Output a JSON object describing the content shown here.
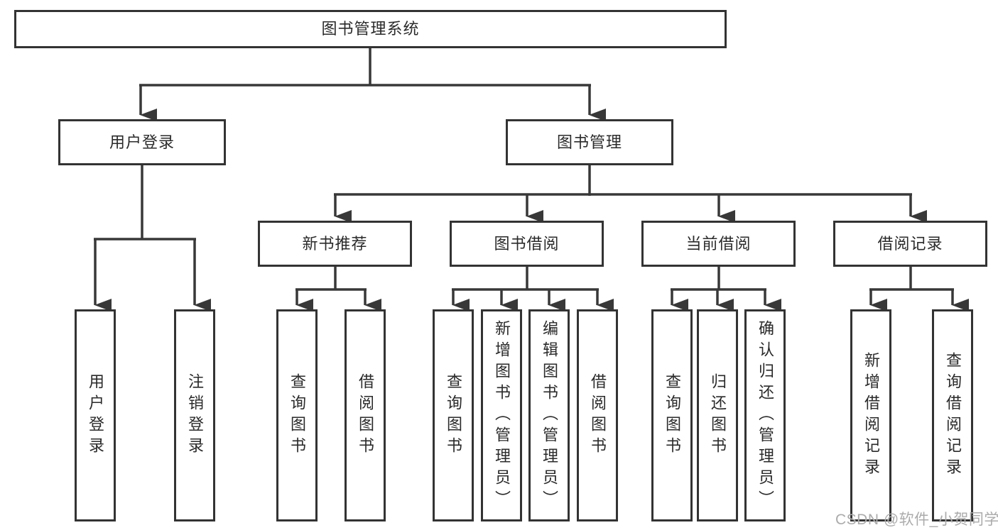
{
  "colors": {
    "line": "#383838",
    "box_border": "#333333",
    "text": "#2a2a2a",
    "watermark": "#ababab",
    "background": "#ffffff"
  },
  "tree": {
    "root": {
      "label": "图书管理系统"
    },
    "branches": [
      {
        "node": {
          "label": "用户登录"
        },
        "children": [
          {
            "label": "用户登录"
          },
          {
            "label": "注销登录"
          }
        ]
      },
      {
        "node": {
          "label": "图书管理"
        },
        "sections": [
          {
            "node": {
              "label": "新书推荐"
            },
            "children": [
              {
                "label": "查询图书"
              },
              {
                "label": "借阅图书"
              }
            ]
          },
          {
            "node": {
              "label": "图书借阅"
            },
            "children": [
              {
                "label": "查询图书"
              },
              {
                "label": "新增图书（管理员）"
              },
              {
                "label": "编辑图书（管理员）"
              },
              {
                "label": "借阅图书"
              }
            ]
          },
          {
            "node": {
              "label": "当前借阅"
            },
            "children": [
              {
                "label": "查询图书"
              },
              {
                "label": "归还图书"
              },
              {
                "label": "确认归还（管理员）"
              }
            ]
          },
          {
            "node": {
              "label": "借阅记录"
            },
            "children": [
              {
                "label": "新增借阅记录"
              },
              {
                "label": "查询借阅记录"
              }
            ]
          }
        ]
      }
    ]
  },
  "watermark": "CSDN @软件_小贺同学"
}
